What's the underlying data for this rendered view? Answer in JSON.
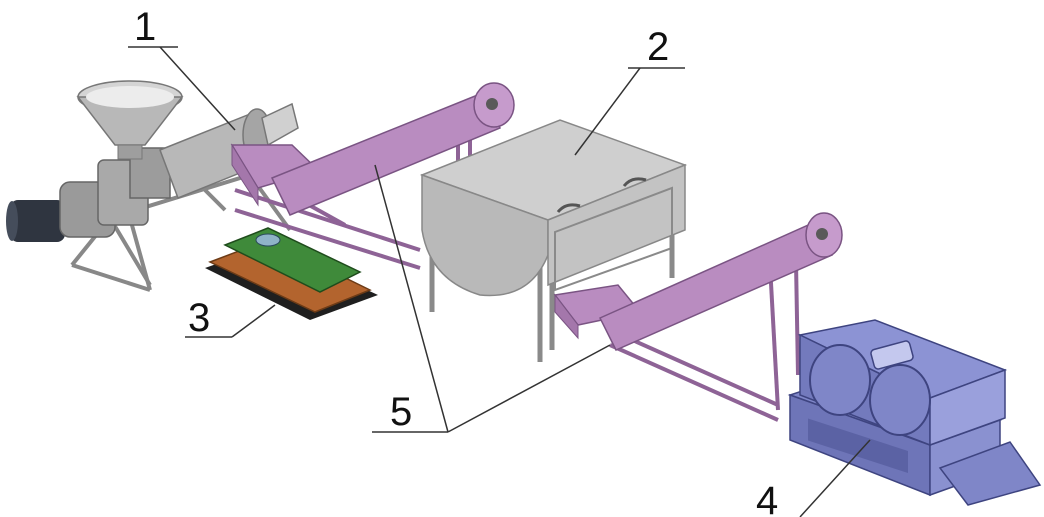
{
  "callouts": {
    "extruder": "1",
    "hopper_tank": "2",
    "control_box": "3",
    "dryer": "4",
    "conveyors": "5"
  },
  "colors": {
    "extruder": "#b8b8b8",
    "extruder_dark": "#8f8f8f",
    "conveyor": "#b98cc0",
    "conveyor_dark": "#8e6396",
    "tank": "#c9c9c9",
    "tank_dark": "#9e9e9e",
    "control_box_top": "#3f8a3a",
    "control_box_side": "#b3642e",
    "dryer": "#7f86c8",
    "dryer_dark": "#5b62a4",
    "motor": "#2f3540",
    "line": "#333333"
  }
}
